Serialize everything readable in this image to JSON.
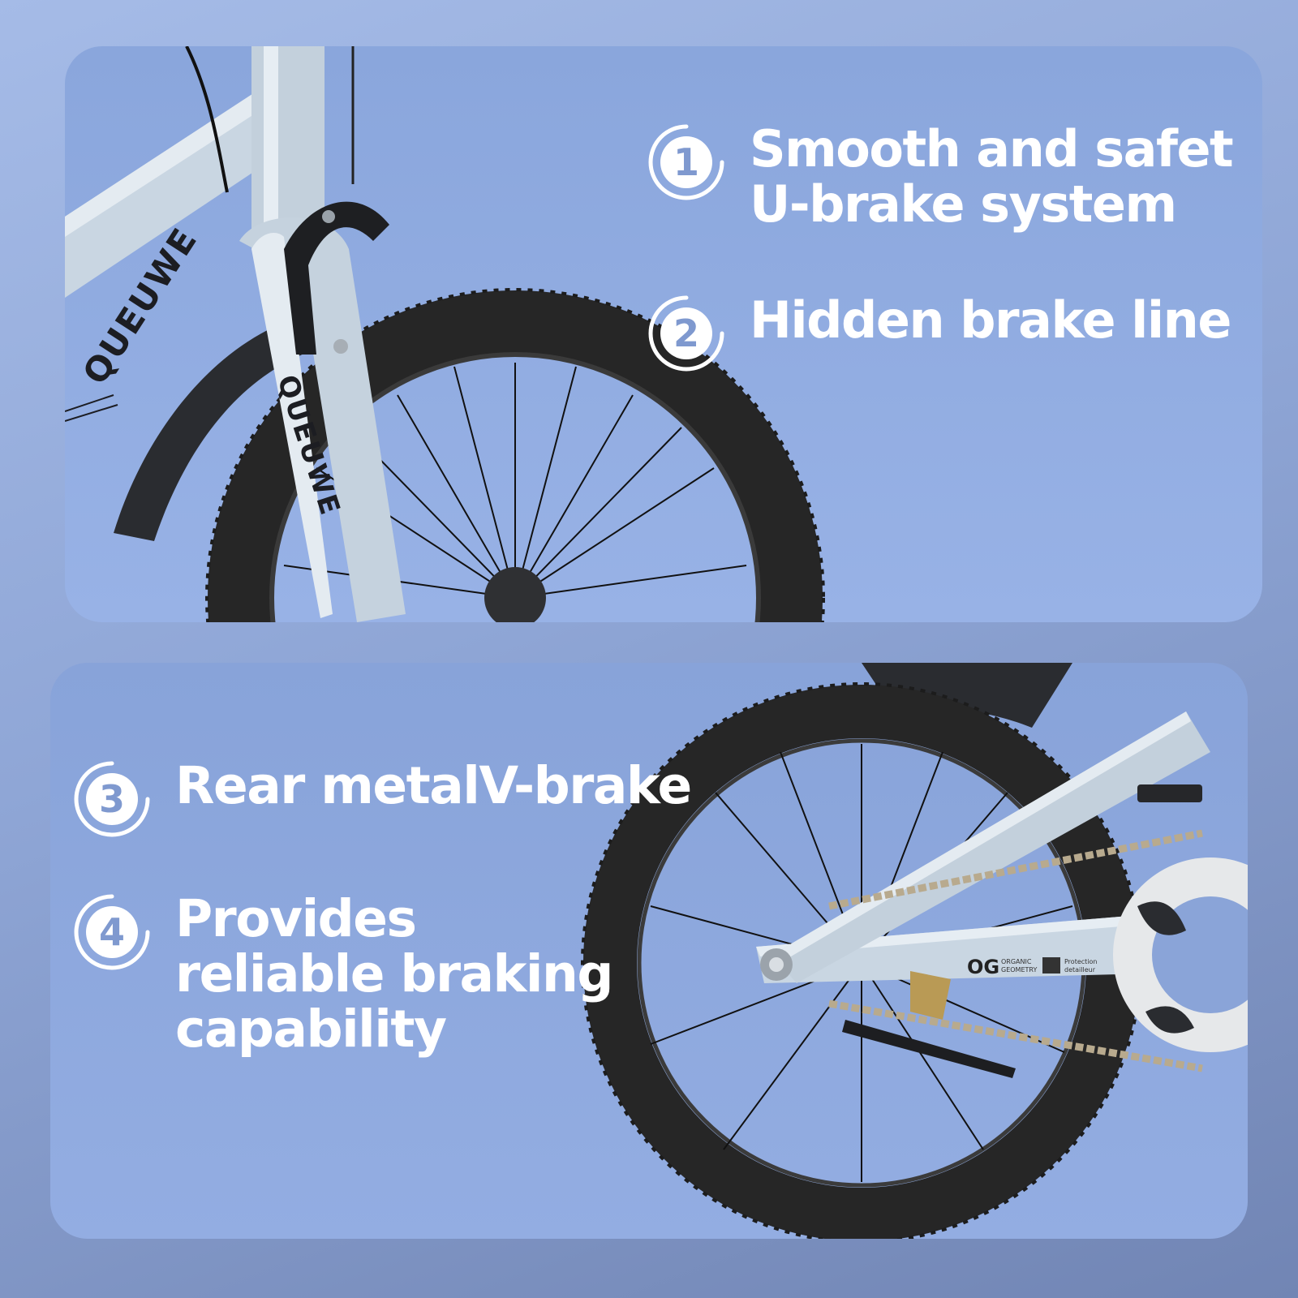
{
  "features": [
    {
      "number": "1",
      "text": "Smooth and safet\nU-brake system"
    },
    {
      "number": "2",
      "text": "Hidden brake line"
    },
    {
      "number": "3",
      "text": "Rear metalV-brake"
    },
    {
      "number": "4",
      "text": "Provides\nreliable braking\ncapability"
    }
  ],
  "decals": {
    "brand_frame": "QUEUWE",
    "brand_fork": "QUEUWE",
    "chainstay_logo": "OG",
    "chainstay_line1": "ORGANIC",
    "chainstay_line2": "GEOMETRY",
    "chainstay_line3": "Protection",
    "chainstay_line4": "detailleur"
  },
  "colors": {
    "frame": "#c9d6e2",
    "tire": "#262626",
    "panel": "#8ea9df",
    "background": "#8fa6d6",
    "badge_text": "#7f99cf"
  }
}
